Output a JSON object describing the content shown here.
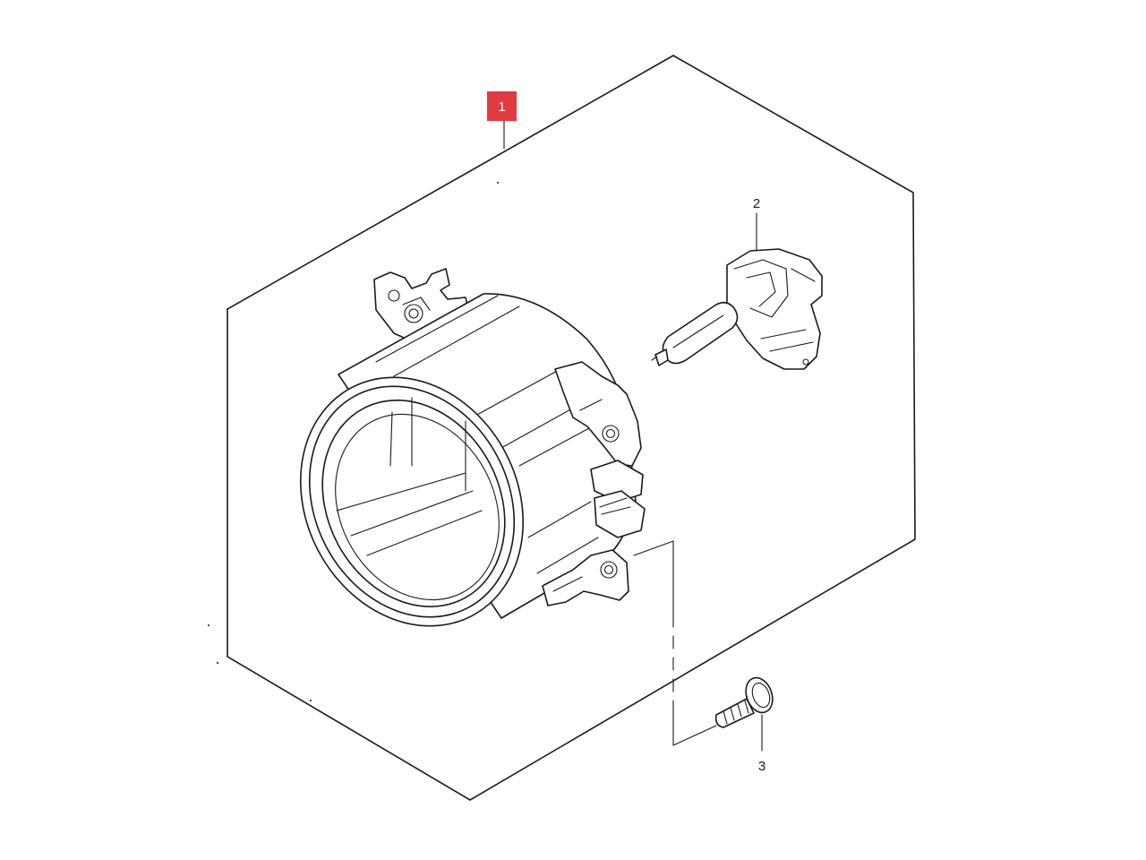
{
  "callouts": [
    {
      "id": "1",
      "label": "1",
      "highlighted": true
    },
    {
      "id": "2",
      "label": "2",
      "highlighted": false
    },
    {
      "id": "3",
      "label": "3",
      "highlighted": false
    }
  ],
  "colors": {
    "highlight": "#e23a3f",
    "line": "#1a1a1a",
    "background": "#ffffff"
  }
}
